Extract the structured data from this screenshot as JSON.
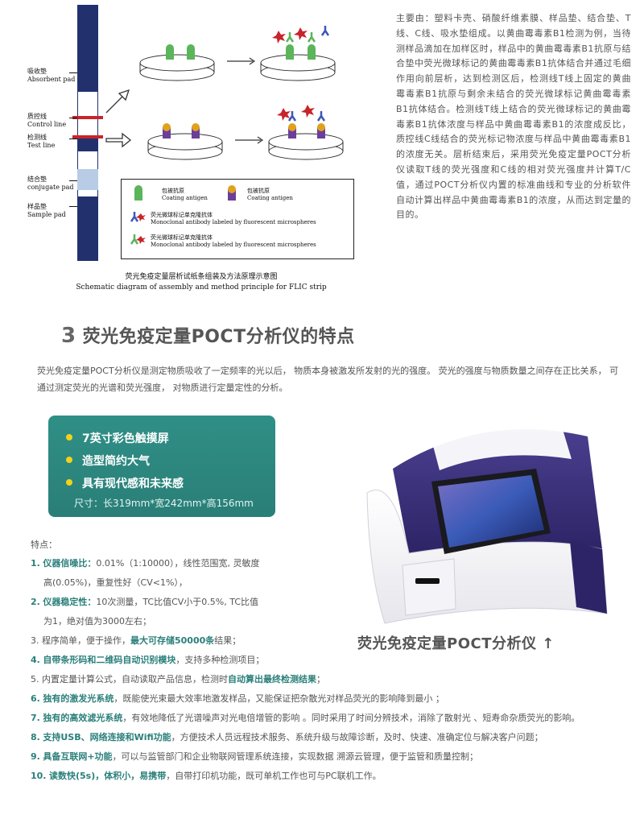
{
  "schematic": {
    "strip_labels": [
      {
        "cn": "吸收垫",
        "en": "Absorbent pad"
      },
      {
        "cn": "质控线",
        "en": "Control line"
      },
      {
        "cn": "检测线",
        "en": "Test line"
      },
      {
        "cn": "结合垫",
        "en": "conjugate pad"
      },
      {
        "cn": "样品垫",
        "en": "Sample pad"
      }
    ],
    "legend": [
      {
        "cn": "包被抗原",
        "en": "Coating antigen"
      },
      {
        "cn": "包被抗原",
        "en": "Coating antigen"
      },
      {
        "cn": "荧光微球标记单克隆抗体",
        "en": "Monoclonal antibody labeled by fluorescent microspheres"
      },
      {
        "cn": "荧光微球标记单克隆抗体",
        "en": "Monoclonal antibody labeled by fluorescent microspheres"
      }
    ],
    "caption_cn": "荧光免疫定量层析试纸条组装及方法原理示意图",
    "caption_en": "Schematic diagram of assembly and method principle for FLIC strip",
    "colors": {
      "strip": "#22316e",
      "control_test_line": "#c8242b",
      "conjugate": "#b8cce6",
      "green_antigen": "#5bb55a",
      "purple_antigen": "#6b3e9a",
      "antibody_blue": "#3b57b8",
      "star_red": "#c8242b"
    }
  },
  "principle_text": "主要由：塑料卡壳、硝酸纤维素膜、样品垫、结合垫、T线、C线、吸水垫组成。以黄曲霉毒素B1检测为例，当待测样品滴加在加样区时，样品中的黄曲霉毒素B1抗原与结合垫中荧光微球标记的黄曲霉毒素B1抗体结合并通过毛细作用向前层析，达到检测区后，检测线T线上固定的黄曲霉毒素B1抗原与剩余未结合的荧光微球标记黄曲霉毒素B1抗体结合。检测线T线上结合的荧光微球标记的黄曲霉毒素B1抗体浓度与样品中黄曲霉毒素B1的浓度成反比，质控线C线结合的荧光标记物浓度与样品中黄曲霉毒素B1的浓度无关。层析结束后，采用荧光免疫定量POCT分析仪读取T线的荧光强度和C线的相对荧光强度并计算T/C值，通过POCT分析仪内置的标准曲线和专业的分析软件自动计算出样品中黄曲霉毒素B1的浓度，从而达到定量的目的。",
  "section": {
    "number": "3",
    "title": "荧光免疫定量POCT分析仪的特点",
    "intro": "荧光免疫定量POCT分析仪是测定物质吸收了一定频率的光以后， 物质本身被激发所发射的光的强度。 荧光的强度与物质数量之间存在正比关系， 可通过测定荧光的光谱和荧光强度， 对物质进行定量定性的分析。"
  },
  "feature_box": {
    "items": [
      "7英寸彩色触摸屏",
      "造型简约大气",
      "具有现代感和未来感"
    ],
    "dims": "尺寸：长319mm*宽242mm*高156mm",
    "bg": "#2a7f78",
    "bullet": "#f3d21b"
  },
  "device_caption": "荧光免疫定量POCT分析仪 ↑",
  "features_label": "特点：",
  "features": [
    {
      "n": "1.",
      "h": "仪器信噪比：",
      "t": "0.01%（1:10000），线性范围宽, 灵敏度"
    },
    {
      "n": "",
      "h": "",
      "t": "高(0.05%)，重复性好（CV<1%），"
    },
    {
      "n": "2.",
      "h": "仪器稳定性：",
      "t": "10次测量，TC比值CV小于0.5%, TC比值"
    },
    {
      "n": "",
      "h": "",
      "t": "为1，绝对值为3000左右；"
    },
    {
      "n": "3.",
      "h": "",
      "t": "程序简单，便于操作，",
      "h2": "最大可存储50000条",
      "t2": "结果；"
    },
    {
      "n": "4.",
      "h": "自带条形码和二维码自动识别模块",
      "t": "，支持多种检测项目；"
    },
    {
      "n": "5.",
      "h": "",
      "t": "内置定量计算公式，自动读取产品信息，检测时",
      "h2": "自动算出最终检测结果",
      "t2": "；"
    },
    {
      "n": "6.",
      "h": "独有的激发光系统",
      "t": "，既能使光束最大效率地激发样品，又能保证把杂散光对样品荧光的影响降到最小 ；"
    },
    {
      "n": "7.",
      "h": "独有的高效滤光系统",
      "t": "，有效地降低了光谱噪声对光电倍增管的影响 。同时采用了时间分辨技术，消除了散射光 、短寿命杂质荧光的影响。"
    },
    {
      "n": "8.",
      "h": "支持USB、网络连接和Wifi功能",
      "t": "，方便技术人员远程技术服务、系统升级与故障诊断，及时、快速、准确定位与解决客户问题；"
    },
    {
      "n": "9.",
      "h": "具备互联网+功能",
      "t": "，可以与监管部门和企业物联网管理系统连接，实现数据 溯源云管理，便于监管和质量控制；"
    },
    {
      "n": "10.",
      "h": "读数快(5s)，体积小，易携带",
      "t": "，自带打印机功能，既可单机工作也可与PC联机工作。"
    }
  ]
}
